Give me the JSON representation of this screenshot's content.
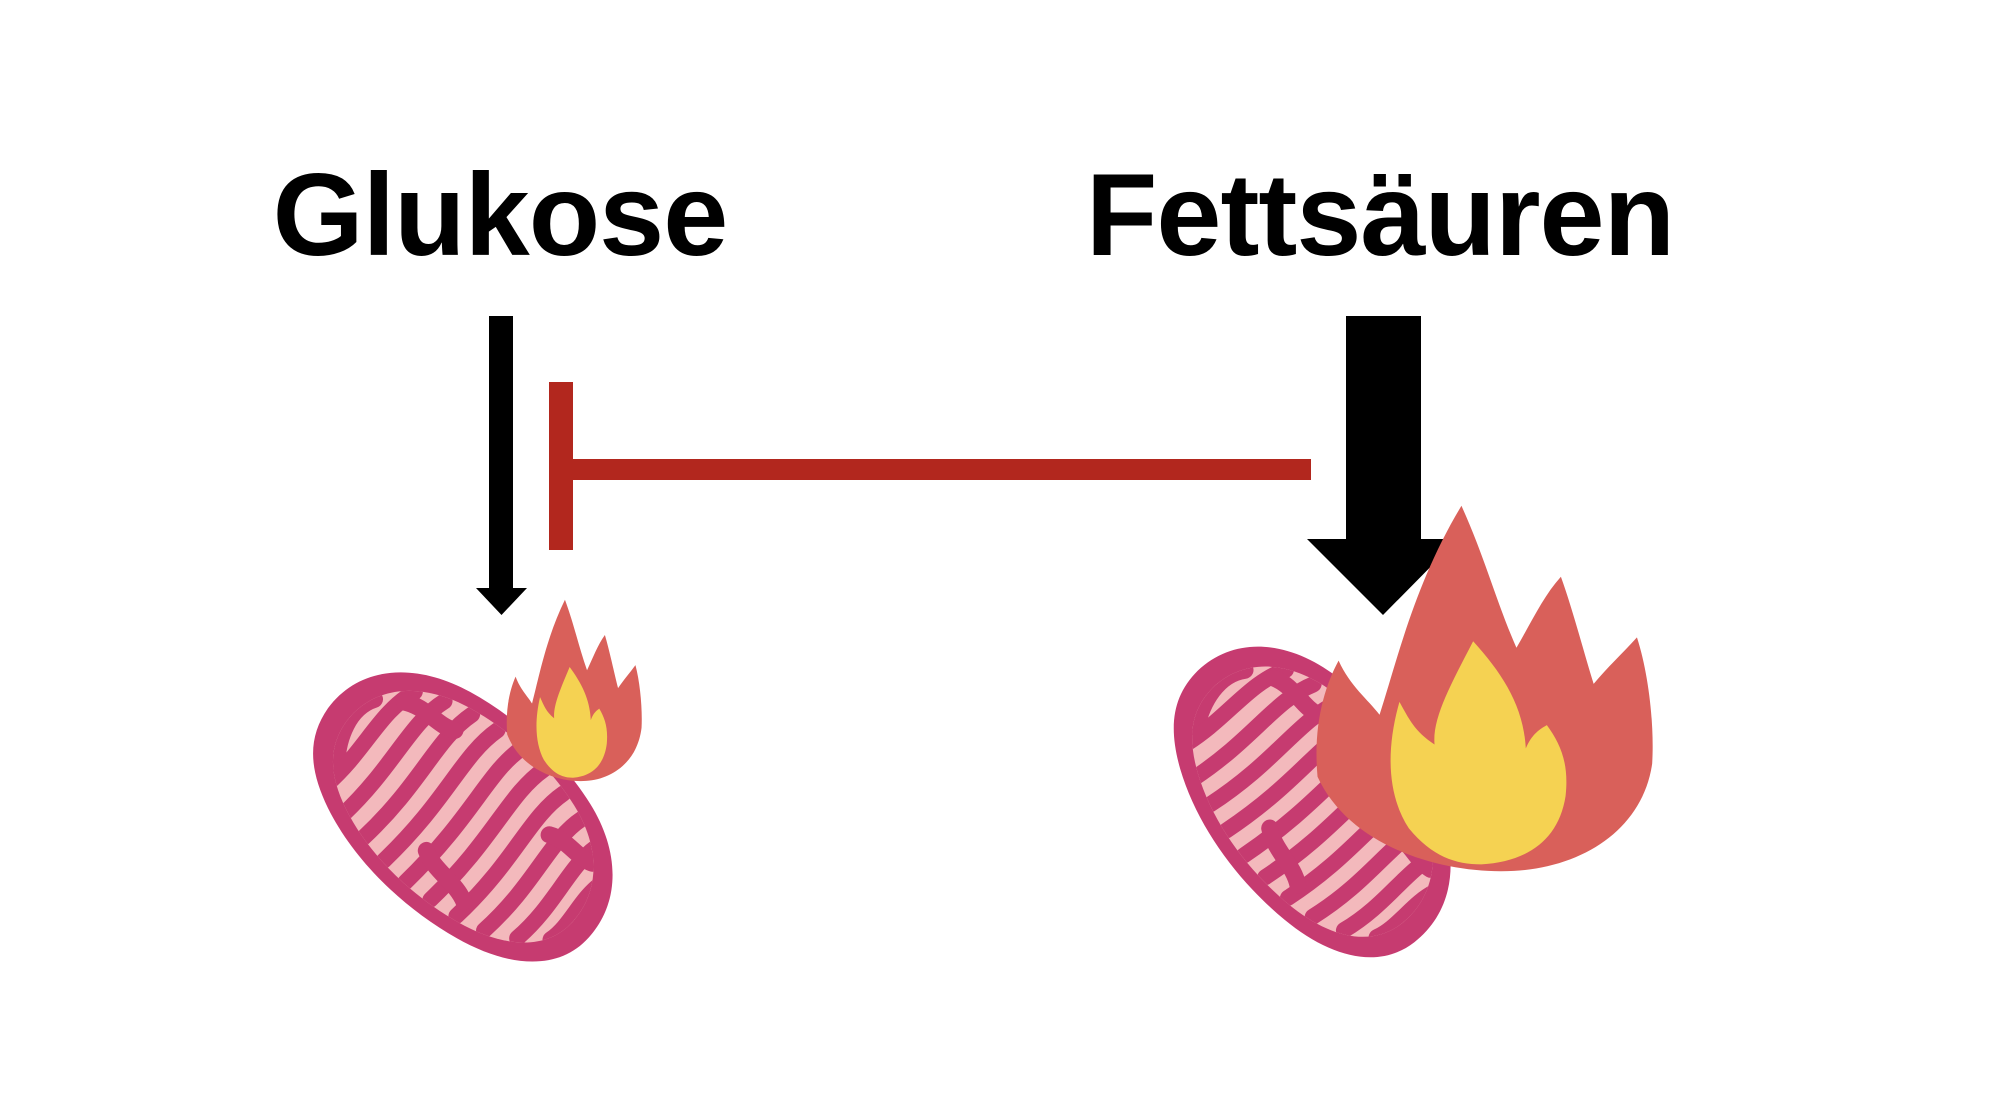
{
  "labels": {
    "left": "Glukose",
    "right": "Fettsäuren"
  },
  "colors": {
    "black": "#000000",
    "inhibit_red": "#B2271E",
    "mito_outline": "#C63B70",
    "mito_fill": "#F3B9BC",
    "flame_red": "#D9605A",
    "flame_yellow": "#F5D252"
  },
  "figures": {
    "left_arrow": "thin-down-arrow-glucose-flux",
    "right_arrow": "thick-down-arrow-fatty-acid-flux",
    "inhibitor": "red-tbar-inhibition-line",
    "left_mito": "mitochondrion-small-burn",
    "right_mito": "mitochondrion-large-burn",
    "small_flame": "small-flame",
    "big_flame": "large-flame"
  }
}
